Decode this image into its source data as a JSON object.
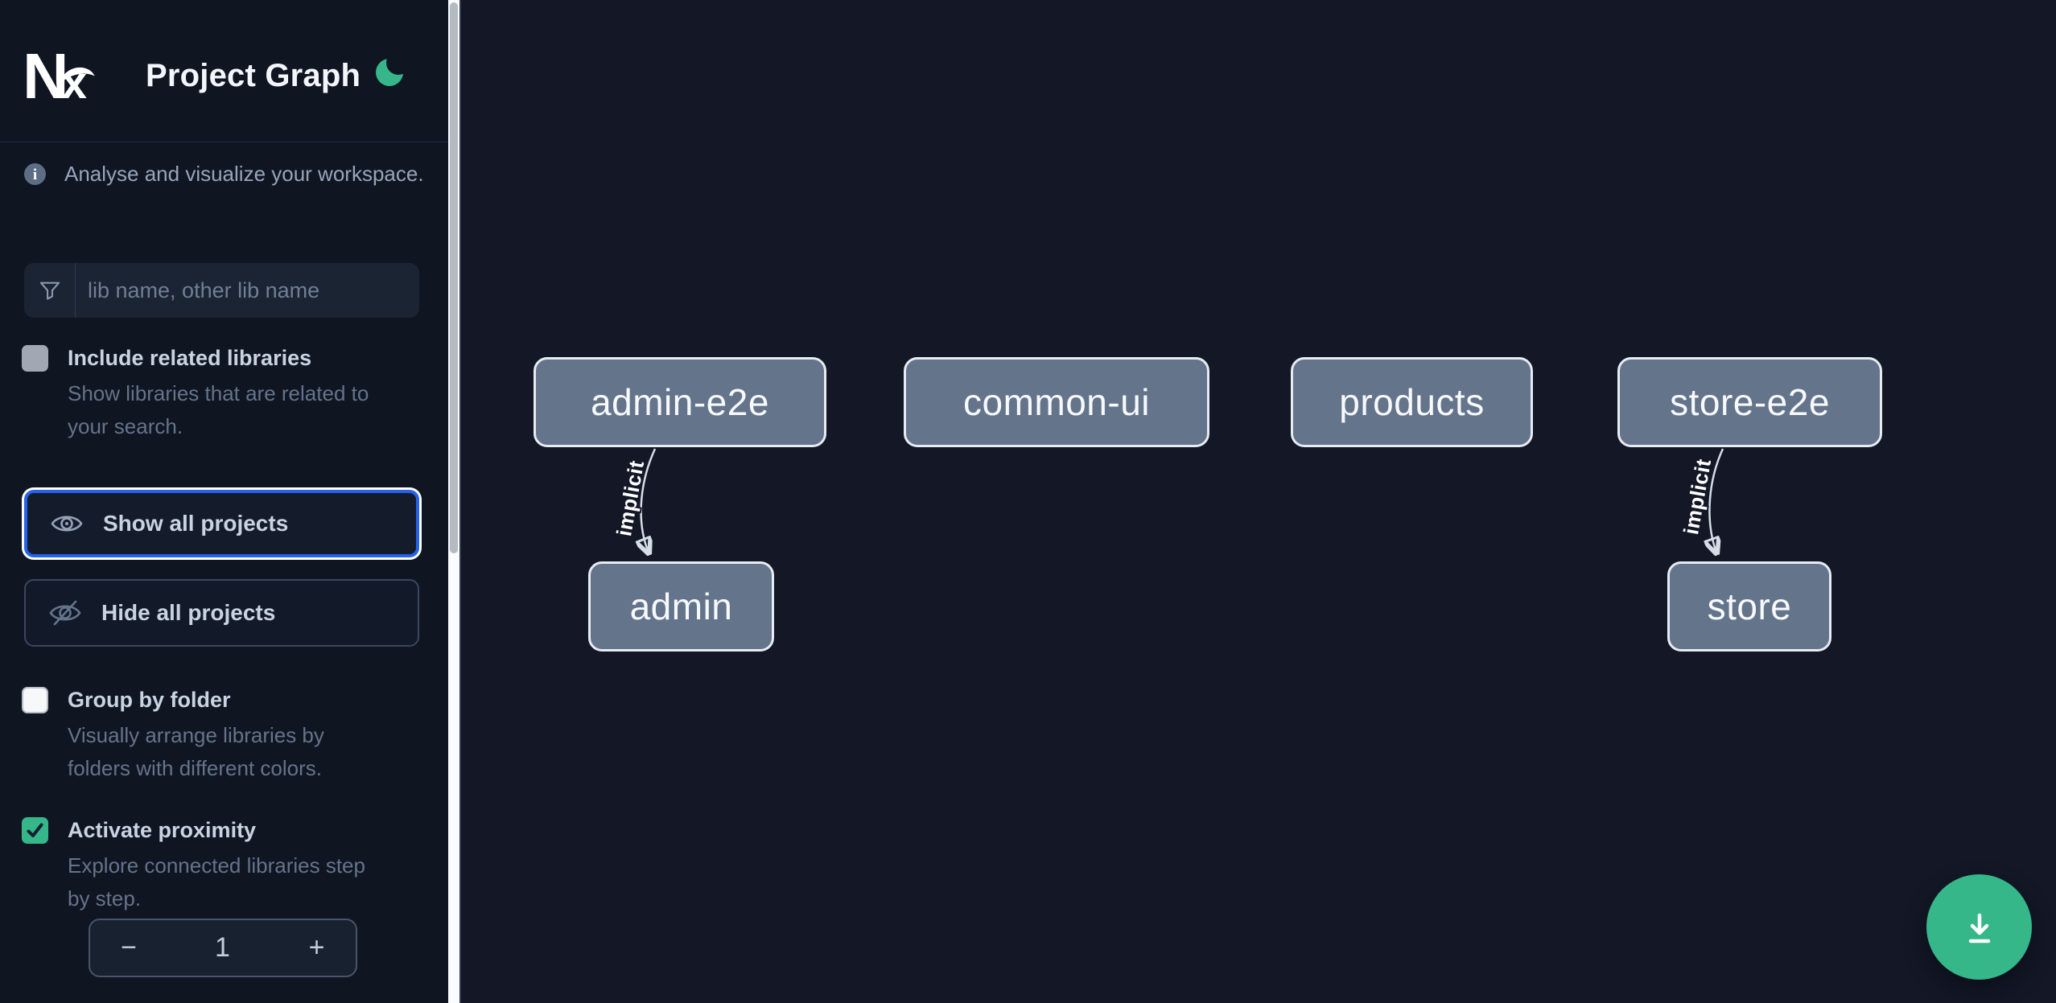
{
  "header": {
    "app_name": "Nx",
    "title": "Project Graph",
    "theme_toggle_icon": "moon-icon"
  },
  "sidebar": {
    "tagline": "Analyse and visualize your workspace.",
    "filter": {
      "placeholder": "lib name, other lib name",
      "value": "",
      "icon": "funnel-icon"
    },
    "checkboxes": [
      {
        "label": "Include related libraries",
        "desc_line1": "Show libraries that are related to",
        "desc_line2": "your search.",
        "checked": false,
        "state": "disabled-gray"
      },
      {
        "label": "Group by folder",
        "desc_line1": "Visually arrange libraries by",
        "desc_line2": "folders with different colors.",
        "checked": false,
        "state": "unchecked-white"
      },
      {
        "label": "Activate proximity",
        "desc_line1": "Explore connected libraries step",
        "desc_line2": "by step.",
        "checked": true,
        "state": "checked-green"
      }
    ],
    "actions": [
      {
        "label": "Show all projects",
        "icon": "eye-icon",
        "focused": true
      },
      {
        "label": "Hide all projects",
        "icon": "eye-off-icon",
        "focused": false
      }
    ],
    "proximity_stepper": {
      "decrement": "−",
      "value": "1",
      "increment": "+"
    }
  },
  "graph": {
    "nodes": [
      {
        "label": "admin-e2e"
      },
      {
        "label": "common-ui"
      },
      {
        "label": "products"
      },
      {
        "label": "store-e2e"
      },
      {
        "label": "admin"
      },
      {
        "label": "store"
      }
    ],
    "edges": [
      {
        "from": "admin-e2e",
        "to": "admin",
        "label": "implicit"
      },
      {
        "from": "store-e2e",
        "to": "store",
        "label": "implicit"
      }
    ],
    "fab_icon": "download-icon"
  },
  "colors": {
    "accent_green": "#35b78a",
    "focus_blue": "#2563eb",
    "node_fill": "#64748b",
    "node_border": "#e7ecf3",
    "edge": "#d7dde6",
    "sidebar_bg": "#101522",
    "canvas_bg": "#131726"
  }
}
